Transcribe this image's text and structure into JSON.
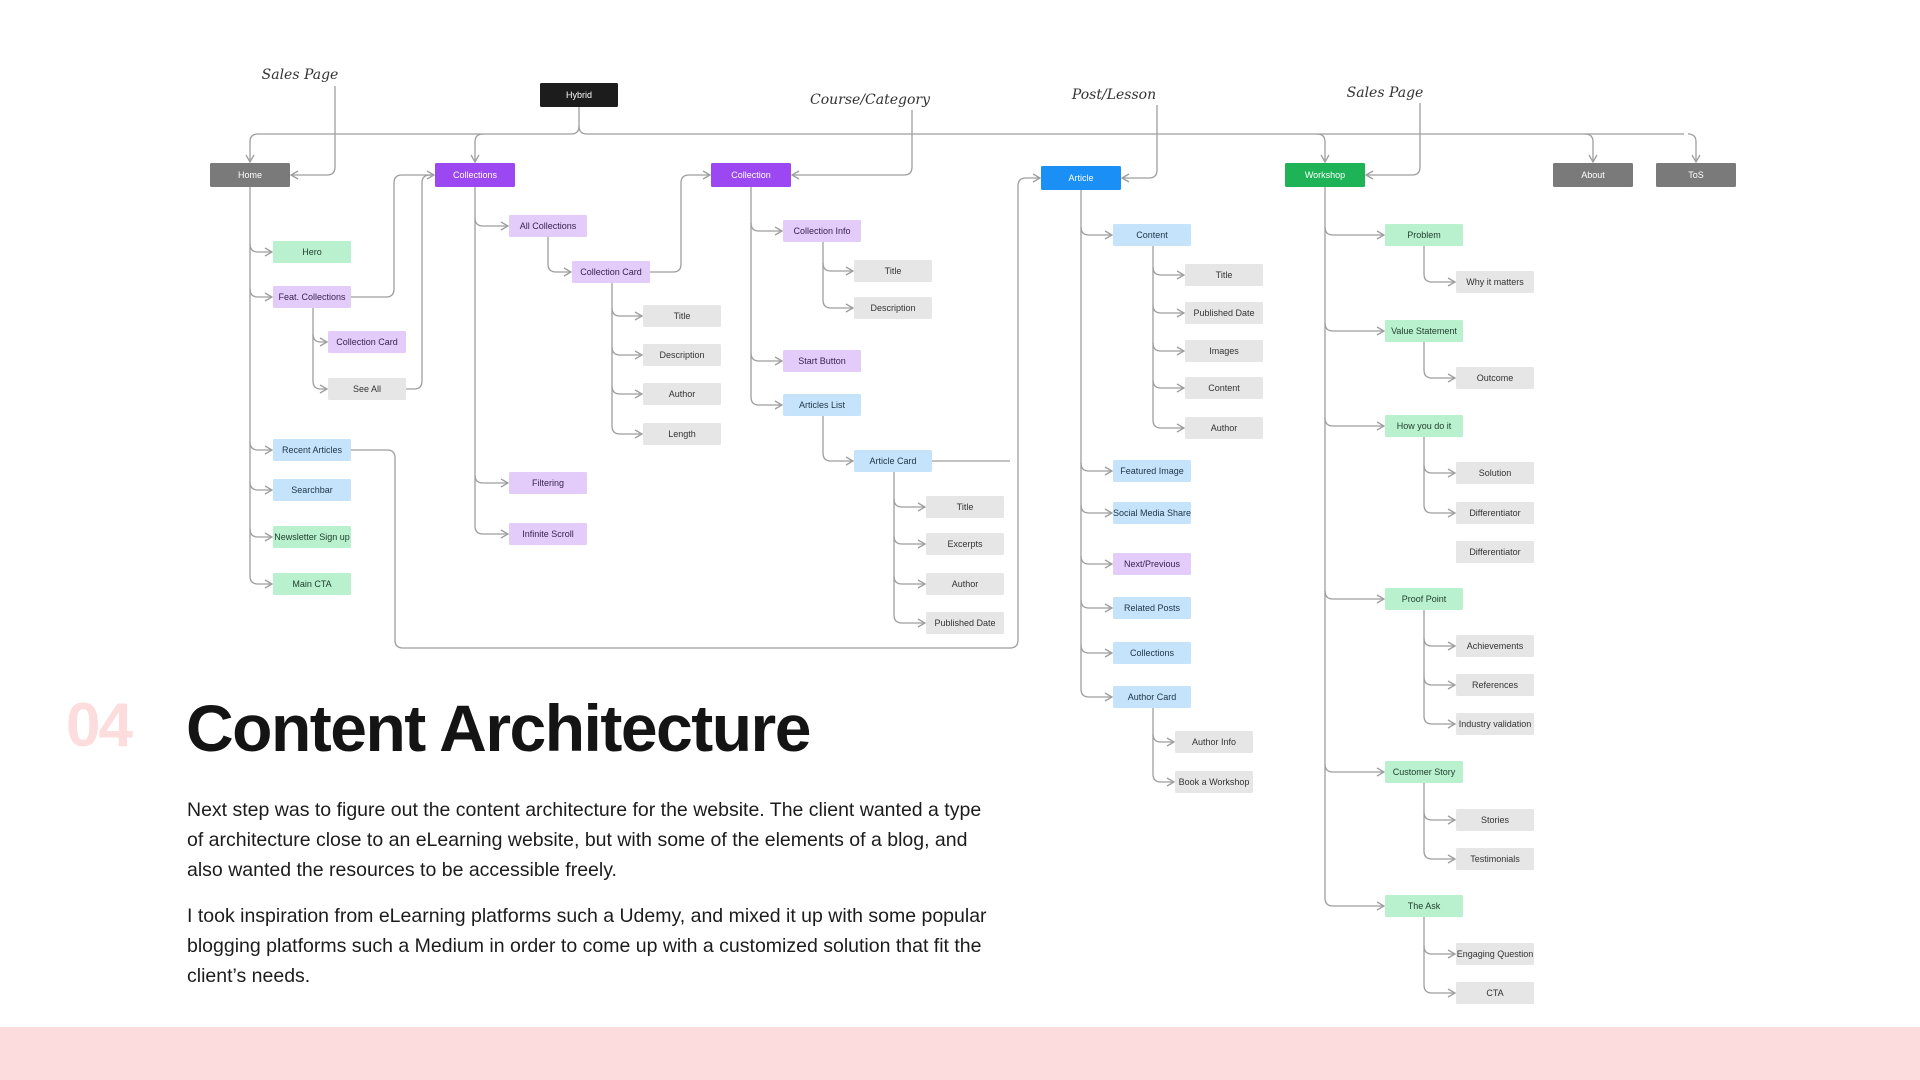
{
  "annotations": [
    "Sales Page",
    "Course/Category",
    "Post/Lesson",
    "Sales Page"
  ],
  "colors": {
    "dark": "#1c1c1c",
    "gray": "#7a7a7a",
    "purple": "#9b48f2",
    "blue": "#1a8ff5",
    "green": "#1db356",
    "light_green": "#b9f0ce",
    "light_purple": "#e3cbfa",
    "light_blue": "#c5e4fb",
    "light_gray": "#e6e6e6",
    "connector": "#9e9e9e",
    "accent_pink": "#fcdcdc"
  },
  "nodes": [
    {
      "id": "hybrid",
      "label": "Hybrid",
      "style": "dark"
    },
    {
      "id": "home",
      "label": "Home",
      "style": "gray"
    },
    {
      "id": "collections",
      "label": "Collections",
      "style": "purple"
    },
    {
      "id": "collection",
      "label": "Collection",
      "style": "purple"
    },
    {
      "id": "article",
      "label": "Article",
      "style": "blue"
    },
    {
      "id": "workshop",
      "label": "Workshop",
      "style": "green"
    },
    {
      "id": "about",
      "label": "About",
      "style": "gray"
    },
    {
      "id": "tos",
      "label": "ToS",
      "style": "gray"
    },
    {
      "id": "home-hero",
      "label": "Hero",
      "style": "light_green"
    },
    {
      "id": "home-feat",
      "label": "Feat. Collections",
      "style": "light_purple"
    },
    {
      "id": "home-feat-card",
      "label": "Collection Card",
      "style": "light_purple"
    },
    {
      "id": "home-feat-seeall",
      "label": "See All",
      "style": "light_gray"
    },
    {
      "id": "home-recent",
      "label": "Recent Articles",
      "style": "light_blue"
    },
    {
      "id": "home-search",
      "label": "Searchbar",
      "style": "light_blue"
    },
    {
      "id": "home-newsletter",
      "label": "Newsletter Sign up",
      "style": "light_green"
    },
    {
      "id": "home-cta",
      "label": "Main CTA",
      "style": "light_green"
    },
    {
      "id": "cols-all",
      "label": "All Collections",
      "style": "light_purple"
    },
    {
      "id": "cols-card",
      "label": "Collection Card",
      "style": "light_purple"
    },
    {
      "id": "cols-card-title",
      "label": "Title",
      "style": "light_gray"
    },
    {
      "id": "cols-card-desc",
      "label": "Description",
      "style": "light_gray"
    },
    {
      "id": "cols-card-author",
      "label": "Author",
      "style": "light_gray"
    },
    {
      "id": "cols-card-length",
      "label": "Length",
      "style": "light_gray"
    },
    {
      "id": "cols-filter",
      "label": "Filtering",
      "style": "light_purple"
    },
    {
      "id": "cols-scroll",
      "label": "Infinite Scroll",
      "style": "light_purple"
    },
    {
      "id": "col-info",
      "label": "Collection Info",
      "style": "light_purple"
    },
    {
      "id": "col-info-title",
      "label": "Title",
      "style": "light_gray"
    },
    {
      "id": "col-info-desc",
      "label": "Description",
      "style": "light_gray"
    },
    {
      "id": "col-start",
      "label": "Start Button",
      "style": "light_purple"
    },
    {
      "id": "col-list",
      "label": "Articles List",
      "style": "light_blue"
    },
    {
      "id": "col-card",
      "label": "Article Card",
      "style": "light_blue"
    },
    {
      "id": "col-card-title",
      "label": "Title",
      "style": "light_gray"
    },
    {
      "id": "col-card-excerpts",
      "label": "Excerpts",
      "style": "light_gray"
    },
    {
      "id": "col-card-author",
      "label": "Author",
      "style": "light_gray"
    },
    {
      "id": "col-card-date",
      "label": "Published Date",
      "style": "light_gray"
    },
    {
      "id": "art-content",
      "label": "Content",
      "style": "light_blue"
    },
    {
      "id": "art-title",
      "label": "Title",
      "style": "light_gray"
    },
    {
      "id": "art-date",
      "label": "Published Date",
      "style": "light_gray"
    },
    {
      "id": "art-images",
      "label": "Images",
      "style": "light_gray"
    },
    {
      "id": "art-content2",
      "label": "Content",
      "style": "light_gray"
    },
    {
      "id": "art-author",
      "label": "Author",
      "style": "light_gray"
    },
    {
      "id": "art-featured",
      "label": "Featured Image",
      "style": "light_blue"
    },
    {
      "id": "art-social",
      "label": "Social Media Share",
      "style": "light_blue"
    },
    {
      "id": "art-nextprev",
      "label": "Next/Previous",
      "style": "light_purple"
    },
    {
      "id": "art-related",
      "label": "Related Posts",
      "style": "light_blue"
    },
    {
      "id": "art-collections",
      "label": "Collections",
      "style": "light_blue"
    },
    {
      "id": "art-authorcard",
      "label": "Author Card",
      "style": "light_blue"
    },
    {
      "id": "art-authorinfo",
      "label": "Author Info",
      "style": "light_gray"
    },
    {
      "id": "art-book",
      "label": "Book a Workshop",
      "style": "light_gray"
    },
    {
      "id": "ws-problem",
      "label": "Problem",
      "style": "light_green"
    },
    {
      "id": "ws-why",
      "label": "Why it matters",
      "style": "light_gray"
    },
    {
      "id": "ws-value",
      "label": "Value Statement",
      "style": "light_green"
    },
    {
      "id": "ws-outcome",
      "label": "Outcome",
      "style": "light_gray"
    },
    {
      "id": "ws-how",
      "label": "How you do it",
      "style": "light_green"
    },
    {
      "id": "ws-solution",
      "label": "Solution",
      "style": "light_gray"
    },
    {
      "id": "ws-diff1",
      "label": "Differentiator",
      "style": "light_gray"
    },
    {
      "id": "ws-diff2",
      "label": "Differentiator",
      "style": "light_gray"
    },
    {
      "id": "ws-proof",
      "label": "Proof Point",
      "style": "light_green"
    },
    {
      "id": "ws-achieve",
      "label": "Achievements",
      "style": "light_gray"
    },
    {
      "id": "ws-refs",
      "label": "References",
      "style": "light_gray"
    },
    {
      "id": "ws-industry",
      "label": "Industry validation",
      "style": "light_gray"
    },
    {
      "id": "ws-story",
      "label": "Customer Story",
      "style": "light_green"
    },
    {
      "id": "ws-stories",
      "label": "Stories",
      "style": "light_gray"
    },
    {
      "id": "ws-testimonials",
      "label": "Testimonials",
      "style": "light_gray"
    },
    {
      "id": "ws-ask",
      "label": "The Ask",
      "style": "light_green"
    },
    {
      "id": "ws-question",
      "label": "Engaging Question",
      "style": "light_gray"
    },
    {
      "id": "ws-cta",
      "label": "CTA",
      "style": "light_gray"
    }
  ],
  "section": {
    "number": "04",
    "title": "Content Architecture",
    "paragraphs": [
      "Next step was to figure out the content architecture for the website.  The client wanted a type of architecture close to an eLearning website, but with some of the elements of a blog, and also wanted the resources to be accessible freely.",
      "I took inspiration from eLearning platforms such a Udemy, and mixed it up with some popular blogging platforms such a Medium in order to come up with a customized solution that fit the client’s needs."
    ]
  }
}
